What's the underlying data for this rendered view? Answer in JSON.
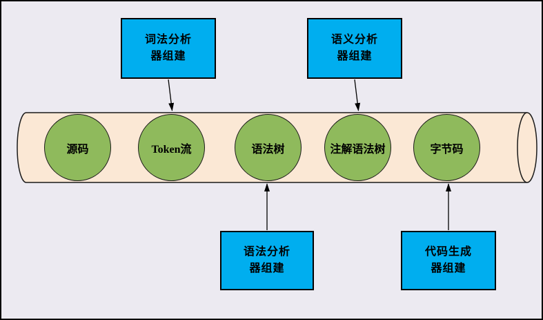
{
  "colors": {
    "background": "#ECEAF1",
    "frame_border": "#000000",
    "component_box_fill": "#00AEEF",
    "cylinder_fill": "#FBE8D5",
    "stage_circle_fill": "#8FBA5C",
    "outline": "#1a1a1a"
  },
  "pipeline": {
    "stages": [
      {
        "label": "源码"
      },
      {
        "label": "Token流"
      },
      {
        "label": "语法树"
      },
      {
        "label": "注解语法树"
      },
      {
        "label": "字节码"
      }
    ],
    "components": [
      {
        "line1": "词法分析",
        "line2": "器组建",
        "position": "top",
        "arrow_points_to": "Token流"
      },
      {
        "line1": "语义分析",
        "line2": "器组建",
        "position": "top",
        "arrow_points_to": "注解语法树"
      },
      {
        "line1": "语法分析",
        "line2": "器组建",
        "position": "bottom",
        "arrow_points_to": "语法树"
      },
      {
        "line1": "代码生成",
        "line2": "器组建",
        "position": "bottom",
        "arrow_points_to": "字节码"
      }
    ]
  }
}
